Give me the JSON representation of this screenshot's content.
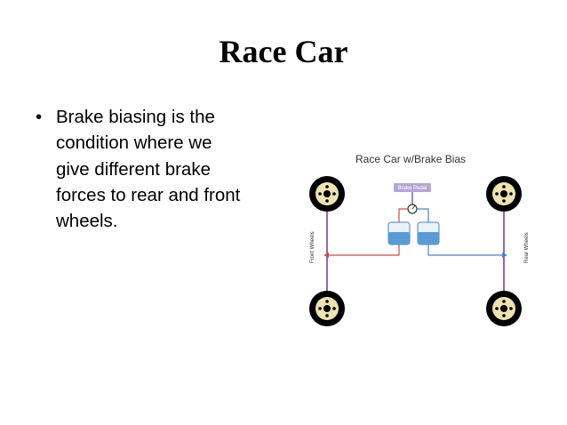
{
  "slide": {
    "title": "Race Car",
    "bullets": [
      {
        "marker": "•",
        "lines": [
          "Brake biasing is the",
          "condition where we",
          "give different brake",
          "forces to rear and front",
          "wheels."
        ]
      }
    ]
  },
  "diagram": {
    "title": "Race Car w/Brake Bias",
    "pedal_label": "Brake Pedal",
    "front_label": "Front Wheels",
    "rear_label": "Rear Wheels",
    "wheels": [
      "front-left",
      "rear-right-top",
      "front-left-bottom",
      "rear-right-bottom"
    ],
    "colors": {
      "front_line": "#c0504d",
      "rear_line": "#4f81bd",
      "axle": "#7030a0",
      "fluid": "#5b9bd5",
      "pedal": "#b4a7d6",
      "wheel_tire": "#000000",
      "wheel_hub": "#efe2b3"
    }
  }
}
